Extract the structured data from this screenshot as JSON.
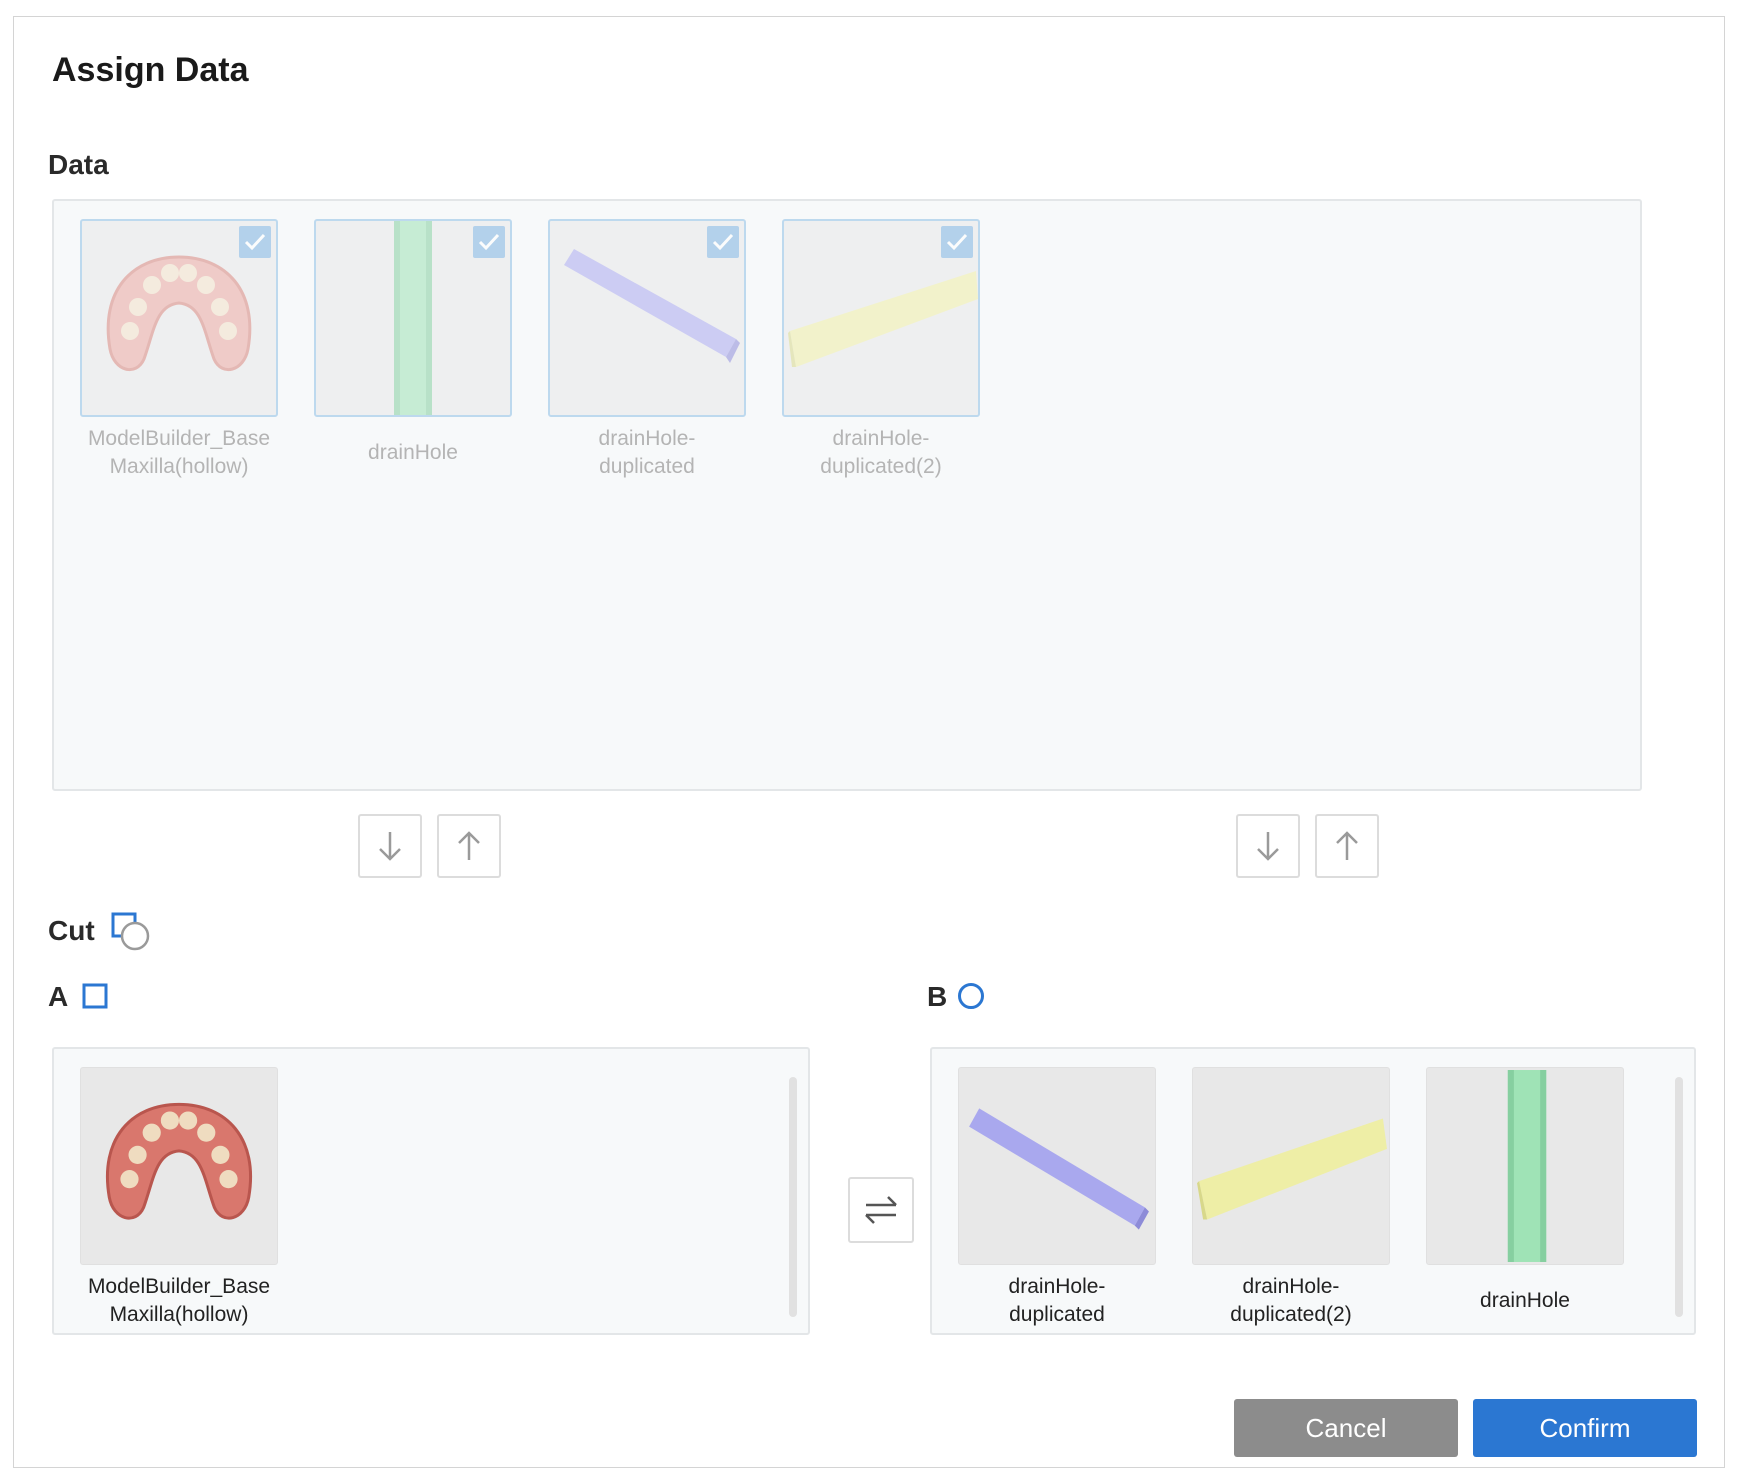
{
  "dialog": {
    "title": "Assign Data",
    "data_label": "Data",
    "cut_label": "Cut",
    "cancel_label": "Cancel",
    "confirm_label": "Confirm"
  },
  "data_items": [
    {
      "line1": "ModelBuilder_Base",
      "line2": "Maxilla(hollow)",
      "checked": true
    },
    {
      "line1": "drainHole",
      "line2": "",
      "checked": true
    },
    {
      "line1": "drainHole-",
      "line2": "duplicated",
      "checked": true
    },
    {
      "line1": "drainHole-",
      "line2": "duplicated(2)",
      "checked": true
    }
  ],
  "group_a": {
    "label": "A",
    "items": [
      {
        "line1": "ModelBuilder_Base",
        "line2": "Maxilla(hollow)"
      }
    ]
  },
  "group_b": {
    "label": "B",
    "items": [
      {
        "line1": "drainHole-",
        "line2": "duplicated"
      },
      {
        "line1": "drainHole-",
        "line2": "duplicated(2)"
      },
      {
        "line1": "drainHole",
        "line2": ""
      }
    ]
  },
  "icons": {
    "check": "checkbox-checked-icon",
    "move_down": "arrow-down-icon",
    "move_up": "arrow-up-icon",
    "swap": "swap-arrows-icon",
    "cut": "cut-shape-icon",
    "a_shape": "square-icon",
    "b_shape": "circle-icon"
  },
  "colors": {
    "accent": "#2b77d2",
    "cancel": "#8c8c8c",
    "cyl_purple": "#a9a8ee",
    "cyl_yellow": "#eeeea6",
    "cyl_green": "#9fe3b6"
  }
}
